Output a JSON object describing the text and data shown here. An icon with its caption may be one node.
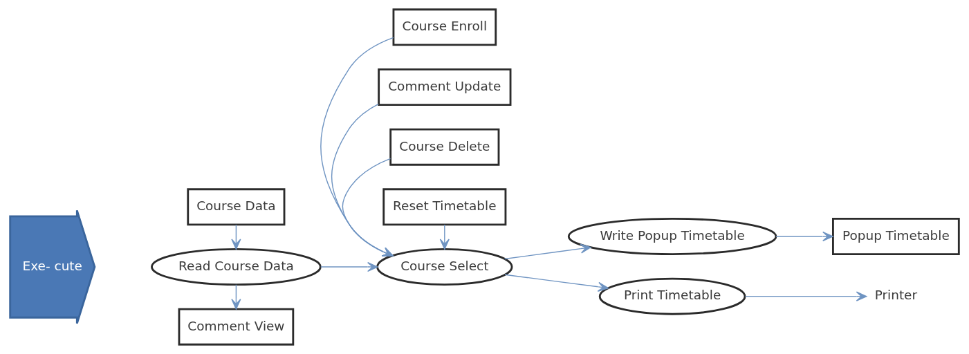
{
  "diagram": {
    "nodes": [
      {
        "text": [
          "Exe- cute"
        ]
      },
      {
        "text": [
          "Course Data"
        ]
      },
      {
        "text": [
          "Course Enroll"
        ]
      },
      {
        "text": [
          "Comment Update"
        ]
      },
      {
        "text": [
          "Read Course Data"
        ]
      },
      {
        "text": [
          "Course Select"
        ]
      },
      {
        "text": [
          "Write Popup Timetable"
        ]
      },
      {
        "text": [
          "Popup Timetable"
        ]
      },
      {
        "text": [
          "Print Timetable"
        ]
      },
      {
        "text": [
          "Printer"
        ]
      },
      {
        "text": [
          "Comment View"
        ]
      },
      {
        "text": [
          "Course Delete"
        ]
      },
      {
        "text": [
          "Reset Timetable"
        ]
      }
    ],
    "edges": [
      {
        "from": 1,
        "to": 4,
        "arrow": "to"
      },
      {
        "from": 4,
        "to": 10,
        "arrow": "to"
      },
      {
        "from": 4,
        "to": 5,
        "arrow": "to"
      },
      {
        "from": 2,
        "to": 5,
        "arrow": "to"
      },
      {
        "from": 3,
        "to": 5,
        "arrow": "to"
      },
      {
        "from": 11,
        "to": 5,
        "arrow": "to"
      },
      {
        "from": 12,
        "to": 5,
        "arrow": "to"
      },
      {
        "from": 5,
        "to": 6,
        "arrow": "to"
      },
      {
        "from": 5,
        "to": 8,
        "arrow": "to"
      },
      {
        "from": 6,
        "to": 7,
        "arrow": "to"
      },
      {
        "from": 8,
        "to": 9,
        "arrow": "to"
      }
    ]
  }
}
